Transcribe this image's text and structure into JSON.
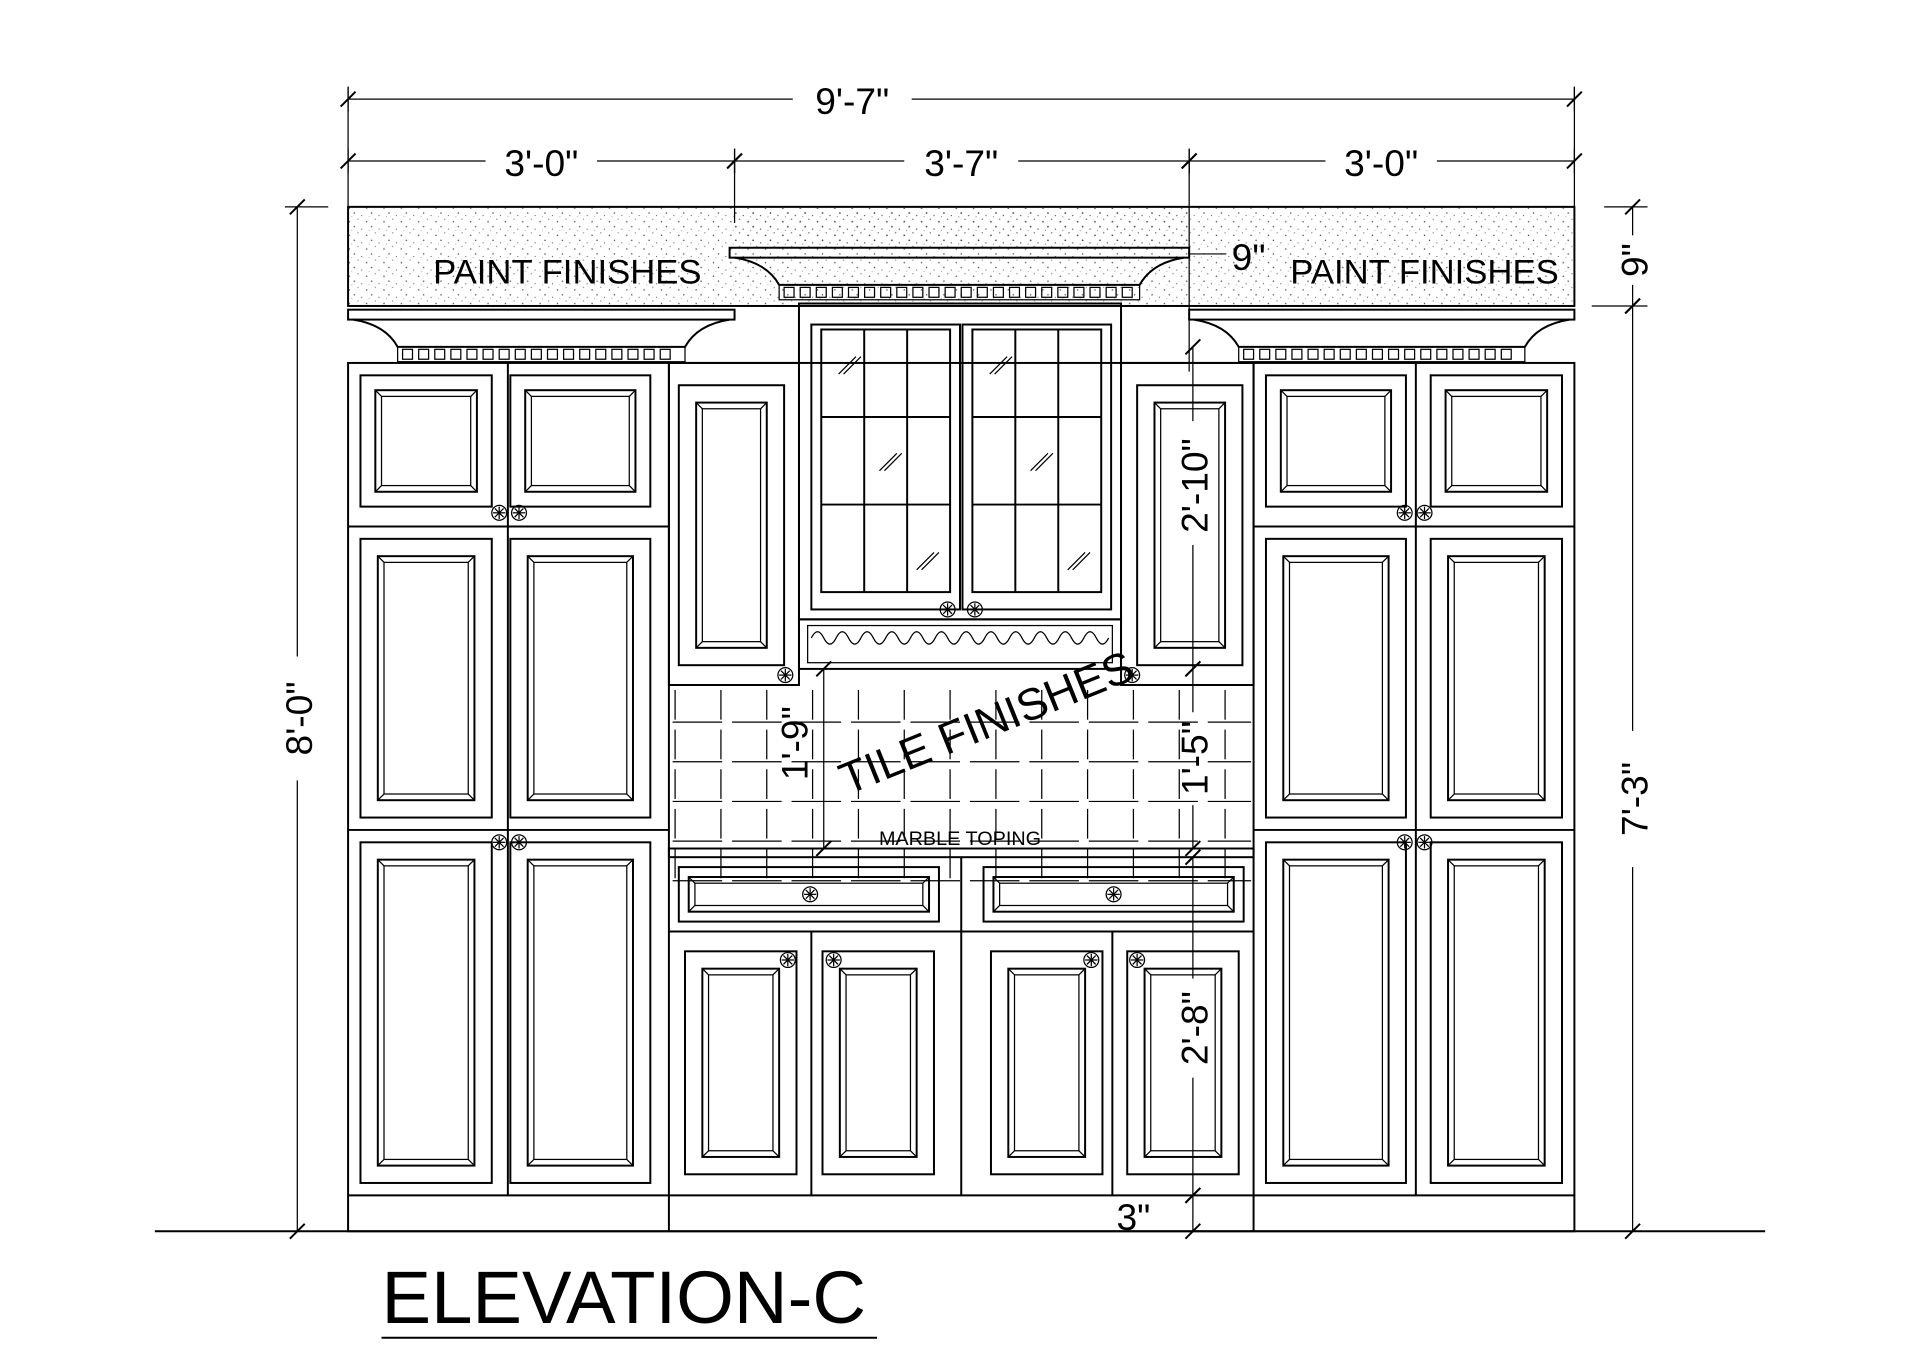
{
  "drawing": {
    "title": "ELEVATION-C",
    "labels": {
      "paint_left": "PAINT FINISHES",
      "paint_right": "PAINT FINISHES",
      "tile": "TILE FINISHES",
      "marble": "MARBLE TOPING"
    },
    "dimensions": {
      "overall_width": "9'-7\"",
      "left_width": "3'-0\"",
      "center_width": "3'-7\"",
      "right_width": "3'-0\"",
      "crown_center": "9\"",
      "crown_right": "9\"",
      "overall_height": "8'-0\"",
      "cabinet_height": "7'-3\"",
      "wall_cabinet": "2'-10\"",
      "backsplash_left": "1'-9\"",
      "backsplash_right": "1'-5\"",
      "base_cabinet": "2'-8\"",
      "toe_kick": "3\""
    }
  }
}
